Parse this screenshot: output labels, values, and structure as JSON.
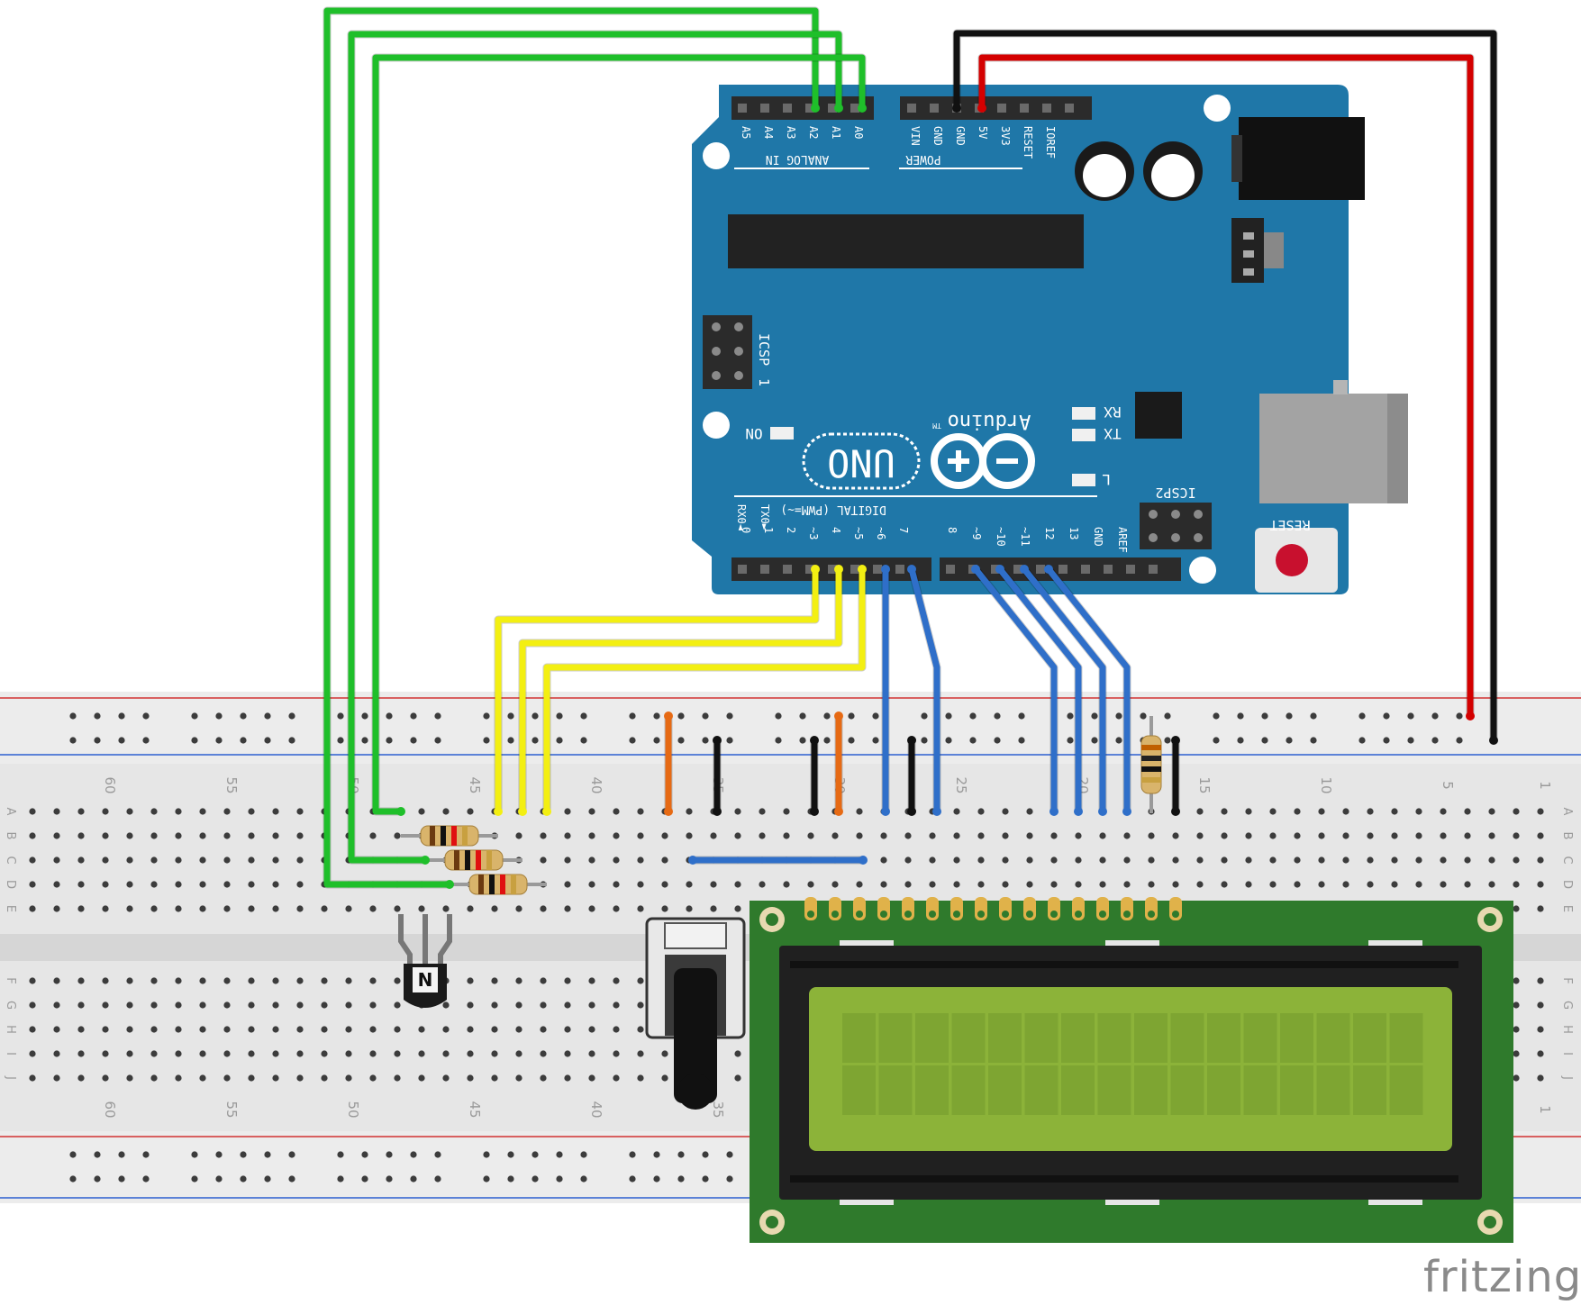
{
  "app": {
    "logo": "fritzing"
  },
  "arduino": {
    "brand": "Arduino",
    "tm": "TM",
    "model": "UNO",
    "analog_header": {
      "section_label": "ANALOG IN",
      "pins": [
        "A5",
        "A4",
        "A3",
        "A2",
        "A1",
        "A0"
      ]
    },
    "power_header": {
      "section_label": "POWER",
      "pins": [
        "VIN",
        "GND",
        "GND",
        "5V",
        "3V3",
        "RESET",
        "IOREF"
      ]
    },
    "digital_header": {
      "section_label": "DIGITAL (PWM=~)",
      "pins": [
        "0",
        "1",
        "2",
        "~3",
        "4",
        "~5",
        "~6",
        "7",
        "8",
        "~9",
        "~10",
        "~11",
        "12",
        "13",
        "GND",
        "AREF"
      ],
      "rx_label": "RX0◄",
      "tx_label": "TX0►"
    },
    "icsp_label": "ICSP",
    "icsp_pin1": "1",
    "icsp2_label": "ICSP2",
    "on_label": "ON",
    "rx_led_label": "RX",
    "tx_led_label": "TX",
    "l_led_label": "L",
    "reset_label": "RESET"
  },
  "breadboard": {
    "column_numbers": [
      "60",
      "55",
      "50",
      "45",
      "40",
      "35",
      "30",
      "25",
      "20",
      "15",
      "10",
      "5",
      "1"
    ],
    "row_letters_top": [
      "A",
      "B",
      "C",
      "D",
      "E"
    ],
    "row_letters_bottom": [
      "F",
      "G",
      "H",
      "I",
      "J"
    ]
  },
  "components": [
    {
      "name": "temperature-sensor",
      "label": "N"
    },
    {
      "name": "potentiometer"
    },
    {
      "name": "lcd-16x2"
    },
    {
      "name": "resistor-1"
    },
    {
      "name": "resistor-2"
    },
    {
      "name": "resistor-3"
    },
    {
      "name": "resistor-4"
    }
  ],
  "colors": {
    "arduino_board": "#1f77a8",
    "arduino_header": "#2b2b2b",
    "breadboard": "#e9e9e9",
    "rail_red": "#d23232",
    "rail_blue": "#2d5fd0",
    "wire_green": "#1fbf2a",
    "wire_yellow": "#f3ef12",
    "wire_blue": "#2f6fc9",
    "wire_red": "#d40000",
    "wire_black": "#111111",
    "wire_orange": "#e66a14",
    "lcd_pcb": "#2f7a2c",
    "lcd_screen": "#8cb339",
    "lcd_bezel": "#202020"
  }
}
